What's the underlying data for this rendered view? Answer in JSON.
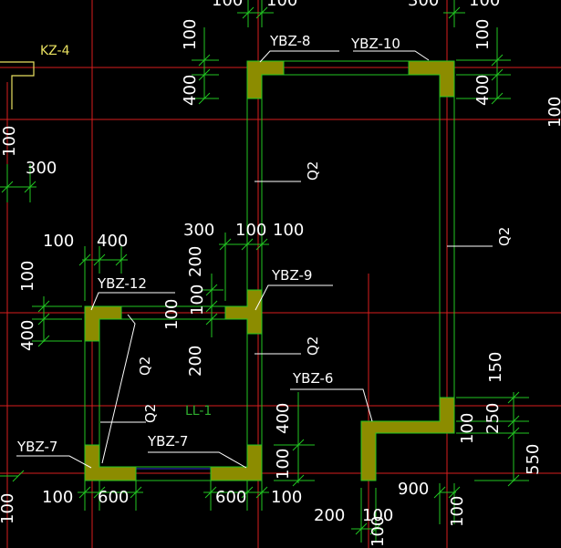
{
  "colors": {
    "background": "#000000",
    "axis": "#d81e1e",
    "wall": "#22c622",
    "column_fill": "#8c8c00",
    "dimension_line": "#22c622",
    "text": "#ffffff",
    "leader": "#ffffff",
    "kz_label": "#e8e060",
    "beam_label": "#2fae2f",
    "beam_line": "#2f2fd0"
  },
  "labels": {
    "kz4": "KZ-4",
    "ybz8": "YBZ-8",
    "ybz10": "YBZ-10",
    "ybz12": "YBZ-12",
    "ybz9": "YBZ-9",
    "ybz6": "YBZ-6",
    "ybz7a": "YBZ-7",
    "ybz7b": "YBZ-7",
    "q2a": "Q2",
    "q2b": "Q2",
    "q2c": "Q2",
    "q2d": "Q2",
    "q2e": "Q2",
    "ll1": "LL-1"
  },
  "dims": {
    "top_a": "100",
    "top_b": "100",
    "top_c": "300",
    "top_d": "100",
    "v100_ybz8": "100",
    "v400_ybz8": "400",
    "v100_ybz10": "100",
    "v400_ybz10": "400",
    "right_edge": "100",
    "left_100_top": "100",
    "left_300": "300",
    "h100_left": "100",
    "h400_left": "400",
    "h300": "300",
    "h100_mid_a": "100",
    "h100_mid_b": "100",
    "v200_mid": "200",
    "v100_left": "100",
    "v400_left": "400",
    "v100_ybz9_a": "100",
    "v100_ybz9_b": "100",
    "v200_lower": "200",
    "v400_lower": "400",
    "v100_bottom_right": "100",
    "v150": "150",
    "v250": "250",
    "v100_ybz6": "100",
    "v550": "550",
    "bot_100_a": "100",
    "bot_600_a": "600",
    "bot_600_b": "600",
    "bot_100_b": "100",
    "bot_200": "200",
    "bot_100_c": "100",
    "bot_100_d": "100",
    "bot_900": "900",
    "bot_100_e": "100",
    "bot_left_100": "100"
  }
}
